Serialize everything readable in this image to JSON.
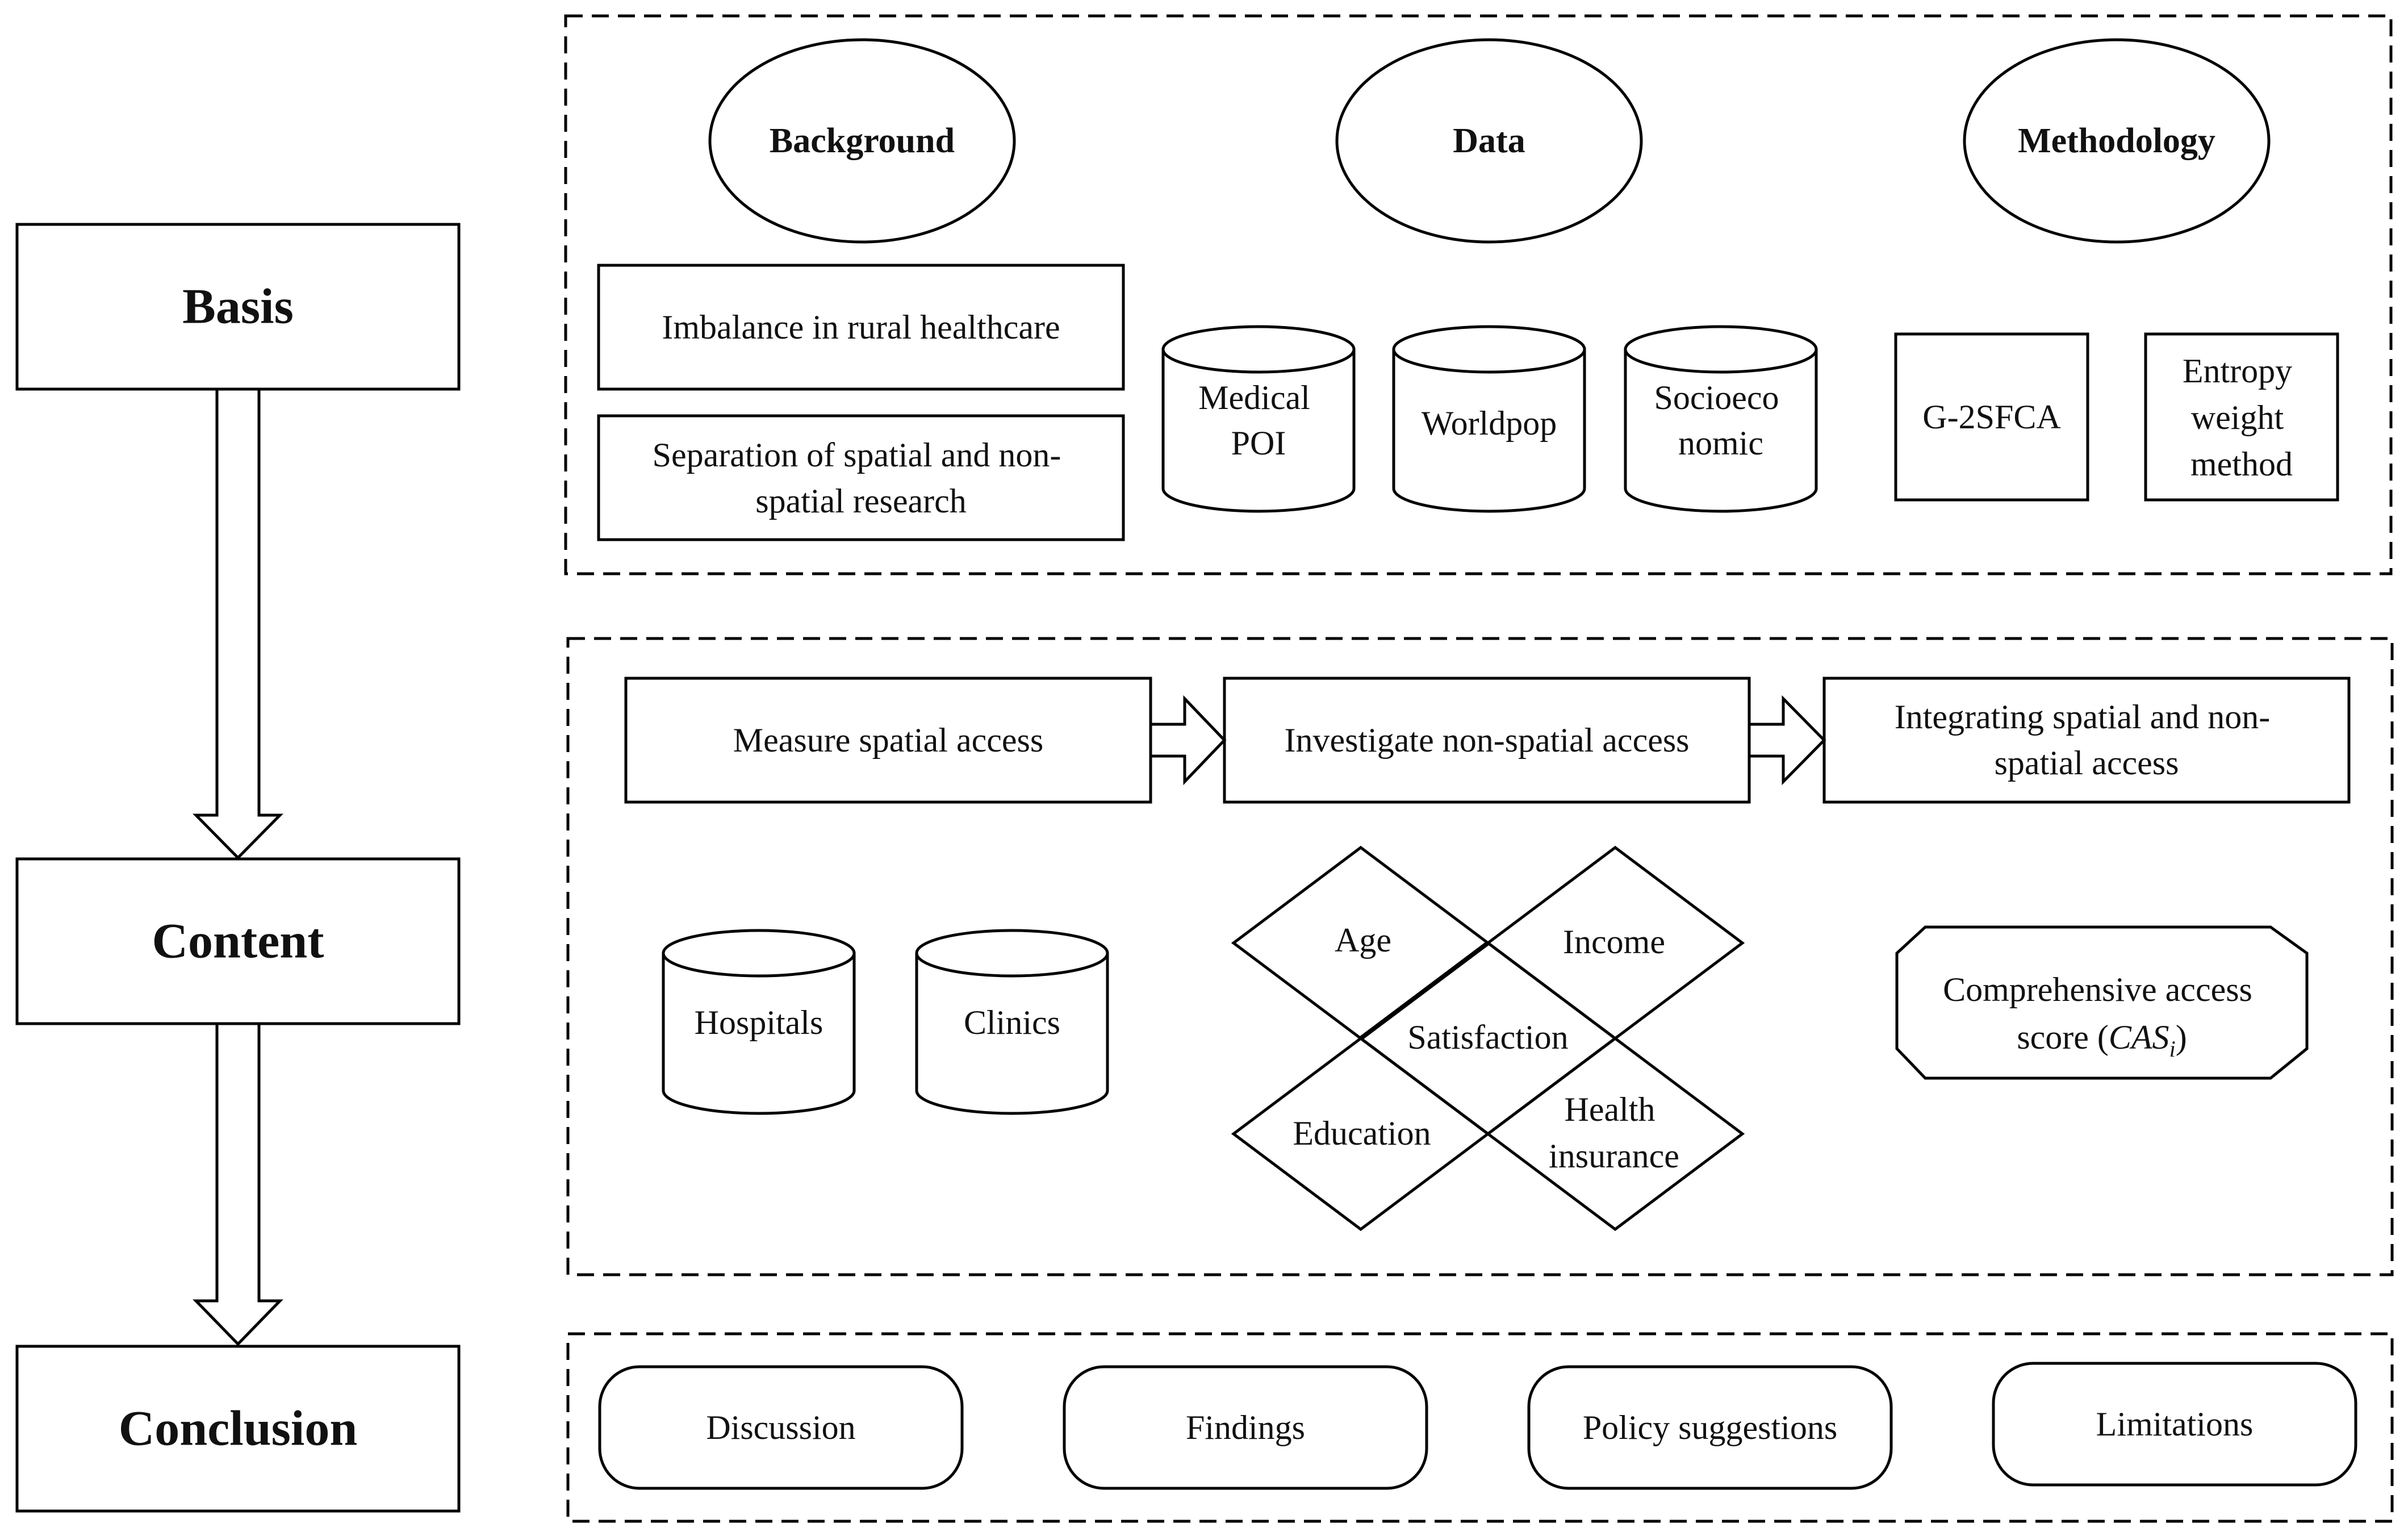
{
  "left_column": {
    "basis": "Basis",
    "content": "Content",
    "conclusion": "Conclusion"
  },
  "basis_section": {
    "background": {
      "heading": "Background",
      "items": [
        "Imbalance in rural healthcare",
        "Separation of spatial and non-spatial research"
      ]
    },
    "data": {
      "heading": "Data",
      "items": [
        "Medical POI",
        "Worldpop",
        "Socioeconomic"
      ]
    },
    "methodology": {
      "heading": "Methodology",
      "items": [
        "G-2SFCA",
        "Entropy weight method"
      ]
    }
  },
  "content_section": {
    "steps": [
      "Measure spatial access",
      "Investigate non-spatial access",
      "Integrating spatial and non-spatial access"
    ],
    "facilities": [
      "Hospitals",
      "Clinics"
    ],
    "factors": {
      "age": "Age",
      "income": "Income",
      "satisfaction": "Satisfaction",
      "education": "Education",
      "health_insurance": "Health insurance"
    },
    "score": {
      "text": "Comprehensive access score (",
      "symbol": "CAS",
      "subscript": "i",
      "close": ")"
    }
  },
  "conclusion_section": {
    "items": [
      "Discussion",
      "Findings",
      "Policy suggestions",
      "Limitations"
    ]
  },
  "colors": {
    "stroke": "#000000",
    "background": "#ffffff"
  }
}
